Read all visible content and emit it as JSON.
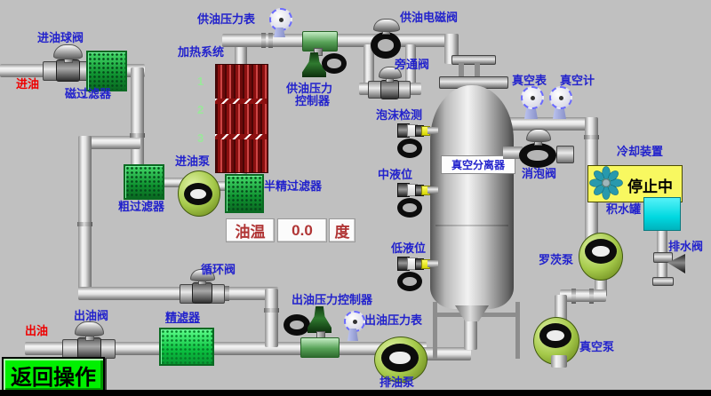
{
  "labels": {
    "inlet_ball_valve": "进油球阀",
    "inlet_oil": "进油",
    "magnetic_filter": "磁过滤器",
    "heating_system": "加热系统",
    "supply_pressure_gauge": "供油压力表",
    "supply_pressure_controller_line1": "供油压力",
    "supply_pressure_controller_line2": "控制器",
    "supply_solenoid_valve": "供油电磁阀",
    "bypass_valve": "旁通阀",
    "foam_detection": "泡沫检测",
    "vacuum_gauge": "真空表",
    "vacuum_meter": "真空计",
    "inlet_pump": "进油泵",
    "coarse_filter": "粗过滤器",
    "semi_fine_filter": "半精过滤器",
    "vacuum_separator": "真空分离器",
    "mid_level": "中液位",
    "low_level": "低液位",
    "defoam_valve": "消泡阀",
    "cooling_device": "冷却装置",
    "water_collection_tank": "积水罐",
    "drain_water_valve": "排水阀",
    "roots_pump": "罗茨泵",
    "vacuum_pump": "真空泵",
    "circulation_valve": "循环阀",
    "outlet_valve": "出油阀",
    "outlet_oil": "出油",
    "fine_filter": "精滤器",
    "outlet_pressure_controller": "出油压力控制器",
    "outlet_pressure_gauge": "出油压力表",
    "discharge_pump": "排油泵"
  },
  "heater": {
    "digits": [
      "1",
      "2",
      "3"
    ]
  },
  "temperature": {
    "label": "油温",
    "value": "0.0",
    "unit": "度"
  },
  "cooling": {
    "status": "停止中"
  },
  "buttons": {
    "back": "返回操作"
  },
  "colors": {
    "background": "#c0c0c0",
    "label_blue": "#2222cc",
    "label_red": "#ee0000",
    "filter_green": "#14a838",
    "fine_filter_green": "#0ed648",
    "pump_green": "#a5c94a",
    "radiator_red": "#8b1010",
    "button_green": "#00f000",
    "cooling_box_yellow": "#f8f860",
    "water_tank_cyan": "#00d8e0",
    "temperature_text_red": "#b03434"
  }
}
